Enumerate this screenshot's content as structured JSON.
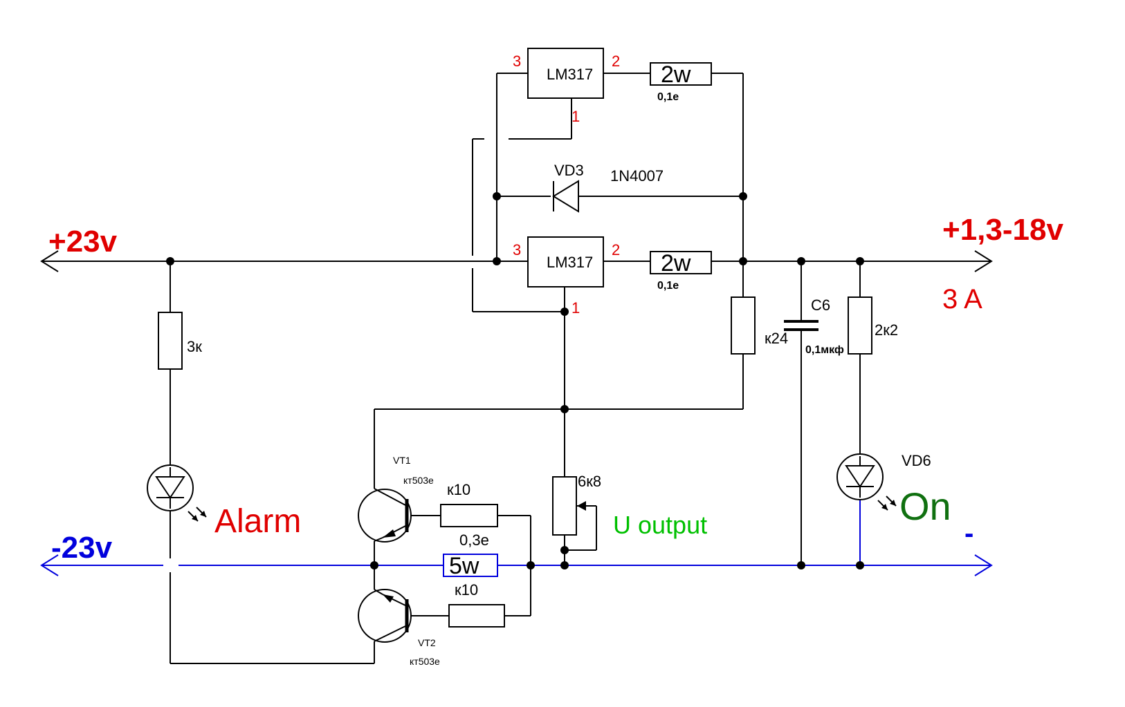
{
  "rails": {
    "positive_in": "+23v",
    "negative_in": "-23v",
    "output": "+1,3-18v",
    "current": "3 A",
    "minus": "-"
  },
  "regulators": [
    {
      "name": "LM317",
      "pin_in": "3",
      "pin_out": "2",
      "pin_adj": "1"
    },
    {
      "name": "LM317",
      "pin_in": "3",
      "pin_out": "2",
      "pin_adj": "1"
    }
  ],
  "resistors": {
    "sense_top": {
      "power": "2w",
      "value": "0,1e"
    },
    "sense_bottom": {
      "power": "2w",
      "value": "0,1e"
    },
    "alarm": "3к",
    "divider": "к24",
    "led": "2к2",
    "pot": "6к8",
    "shunt": {
      "power": "5w",
      "value": "0,3e"
    },
    "base1": "к10",
    "base2": "к10"
  },
  "diode": {
    "name": "VD3",
    "part": "1N4007"
  },
  "capacitor": {
    "name": "C6",
    "value": "0,1мкф"
  },
  "transistors": [
    {
      "name": "VT1",
      "part": "кт503е"
    },
    {
      "name": "VT2",
      "part": "кт503е"
    }
  ],
  "leds": {
    "alarm_label": "Alarm",
    "on_name": "VD6",
    "on_label": "On"
  },
  "adjust_label": "U output",
  "colors": {
    "wire": "#000000",
    "negative_rail": "#0000dd",
    "labels_red": "#e00000",
    "labels_blue": "#0000dd",
    "label_green": "#00c000",
    "label_dark_green": "#107010"
  }
}
